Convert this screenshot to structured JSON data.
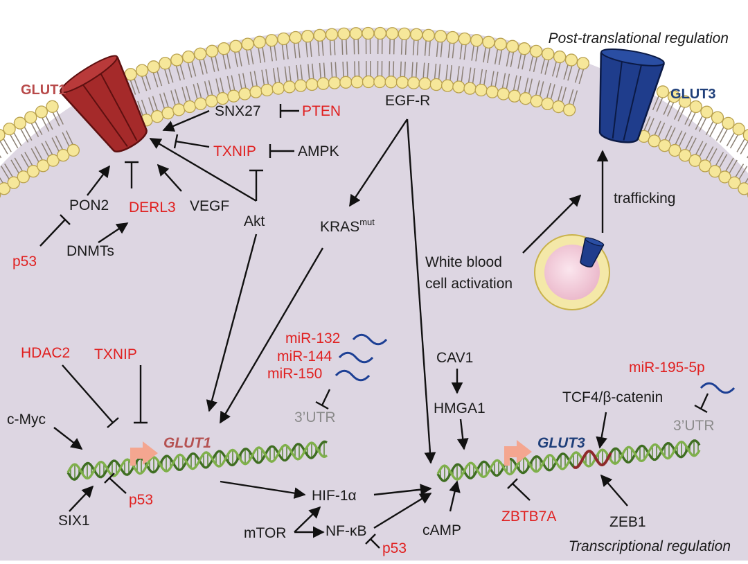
{
  "headers": {
    "post_translational": "Post-translational regulation",
    "transcriptional": "Transcriptional regulation"
  },
  "transporters": {
    "glut1": "GLUT1",
    "glut3": "GLUT3"
  },
  "membrane_level": {
    "snx27": "SNX27",
    "pten": "PTEN",
    "txnip": "TXNIP",
    "ampk": "AMPK",
    "egfr": "EGF-R",
    "pon2": "PON2",
    "derl3": "DERL3",
    "vegf": "VEGF",
    "akt": "Akt",
    "kras": "KRAS",
    "kras_sup": "mut",
    "p53": "p53",
    "dnmts": "DNMTs",
    "trafficking": "trafficking",
    "wbc_line1": "White blood",
    "wbc_line2": "cell activation"
  },
  "gene_level": {
    "hdac2": "HDAC2",
    "txnip": "TXNIP",
    "mir132": "miR-132",
    "mir144": "miR-144",
    "mir150": "miR-150",
    "utr_left": "3’UTR",
    "cav1": "CAV1",
    "hmga1": "HMGA1",
    "mir195": "miR-195-5p",
    "tcf4": "TCF4/β-catenin",
    "utr_right": "3’UTR",
    "cmyc": "c-Myc",
    "glut1_gene": "GLUT1",
    "glut3_gene": "GLUT3",
    "six1": "SIX1",
    "p53_left": "p53",
    "hif1a": "HIF-1α",
    "mtor": "mTOR",
    "nfkb": "NF-κB",
    "p53_bottom": "p53",
    "camp": "cAMP",
    "zbtb7a": "ZBTB7A",
    "zeb1": "ZEB1"
  }
}
